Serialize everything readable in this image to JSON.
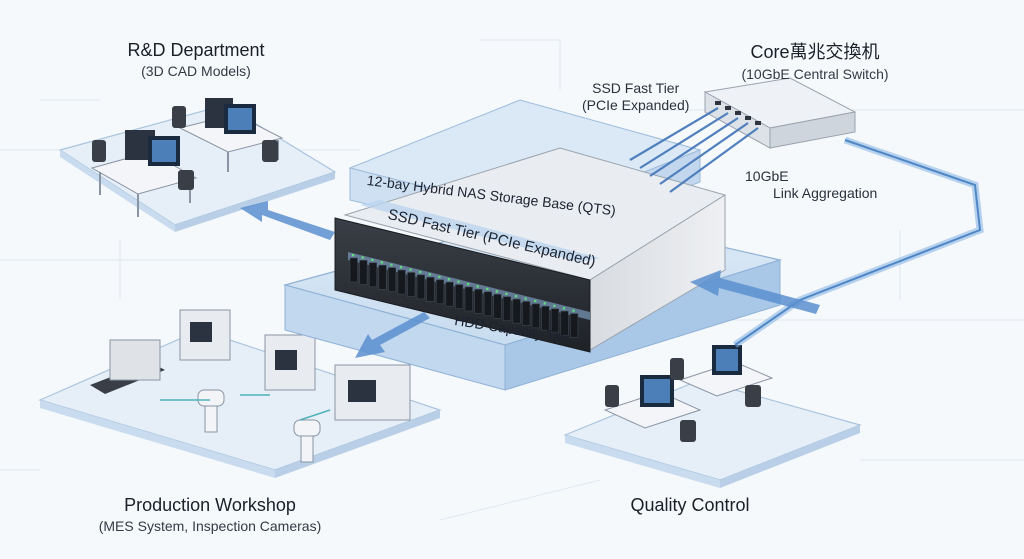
{
  "rd": {
    "title": "R&D Department",
    "subtitle": "(3D CAD Models)"
  },
  "core_switch": {
    "title": "Core萬兆交換机",
    "subtitle": "(10GbE Central Switch)"
  },
  "ssd_note": {
    "line1": "SSD Fast Tier",
    "line2": "(PCIe Expanded)"
  },
  "link": {
    "line1": "10GbE",
    "line2": "Link Aggregation"
  },
  "nas": {
    "base_label": "12-bay Hybrid NAS Storage Base (QTS)",
    "ssd_label": "SSD Fast Tier (PCIe Expanded)",
    "hdd_label": "HDD Capacity Tier"
  },
  "production": {
    "title": "Production Workshop",
    "subtitle": "(MES System, Inspection Cameras)"
  },
  "qc": {
    "title": "Quality Control"
  },
  "colors": {
    "accent": "#6fa3d8",
    "glass": "#cfe2f3",
    "server": "#2b2f36",
    "platform": "#e3edf7"
  }
}
